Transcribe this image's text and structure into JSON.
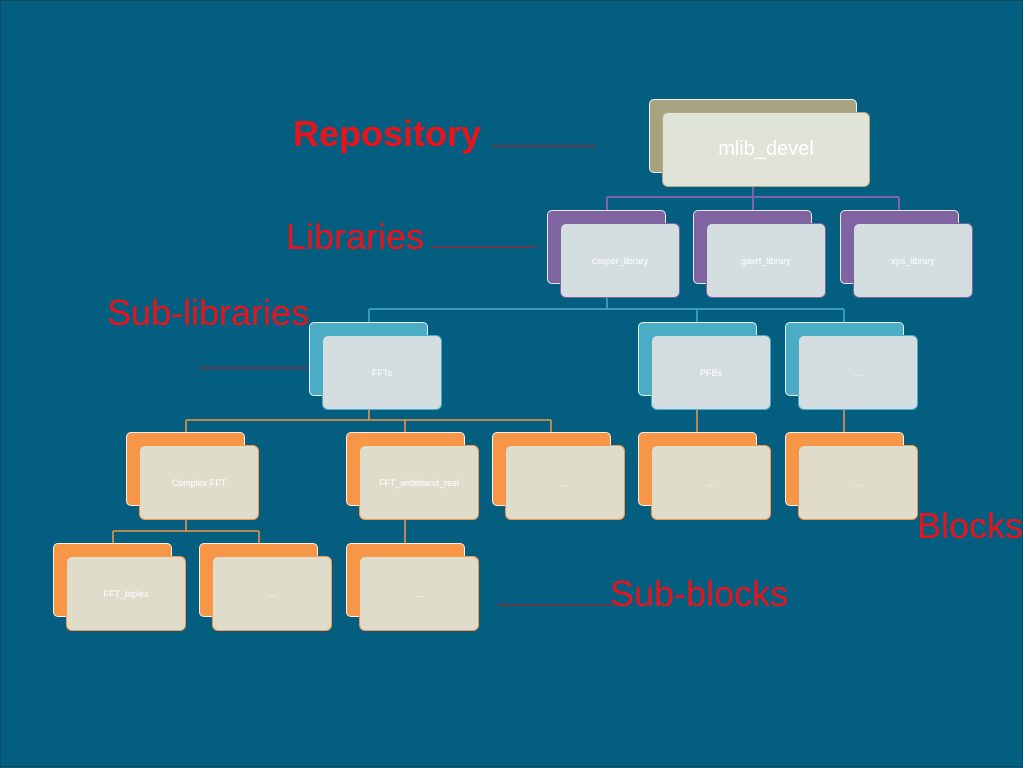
{
  "labels": {
    "repository": "Repository",
    "libraries": "Libraries",
    "sub_libraries": "Sub-libraries",
    "blocks": "Blocks",
    "sub_blocks": "Sub-blocks"
  },
  "tree": {
    "root": "mlib_devel",
    "libraries": [
      "casper_library",
      "gavrt_library",
      "xps_library"
    ],
    "sub_libraries": [
      "FFTs",
      "PFBs",
      "..."
    ],
    "blocks": [
      "Complex FFT",
      "FFT_wideband_real",
      "...",
      "...",
      "..."
    ],
    "sub_blocks": [
      "FFT_biplex",
      "...",
      "..."
    ]
  },
  "colors": {
    "background": "#045e80",
    "label_red": "#e8141c",
    "repository": "#a8a37e",
    "library": "#8064a2",
    "sub_library": "#4bacc6",
    "block": "#f79646"
  }
}
